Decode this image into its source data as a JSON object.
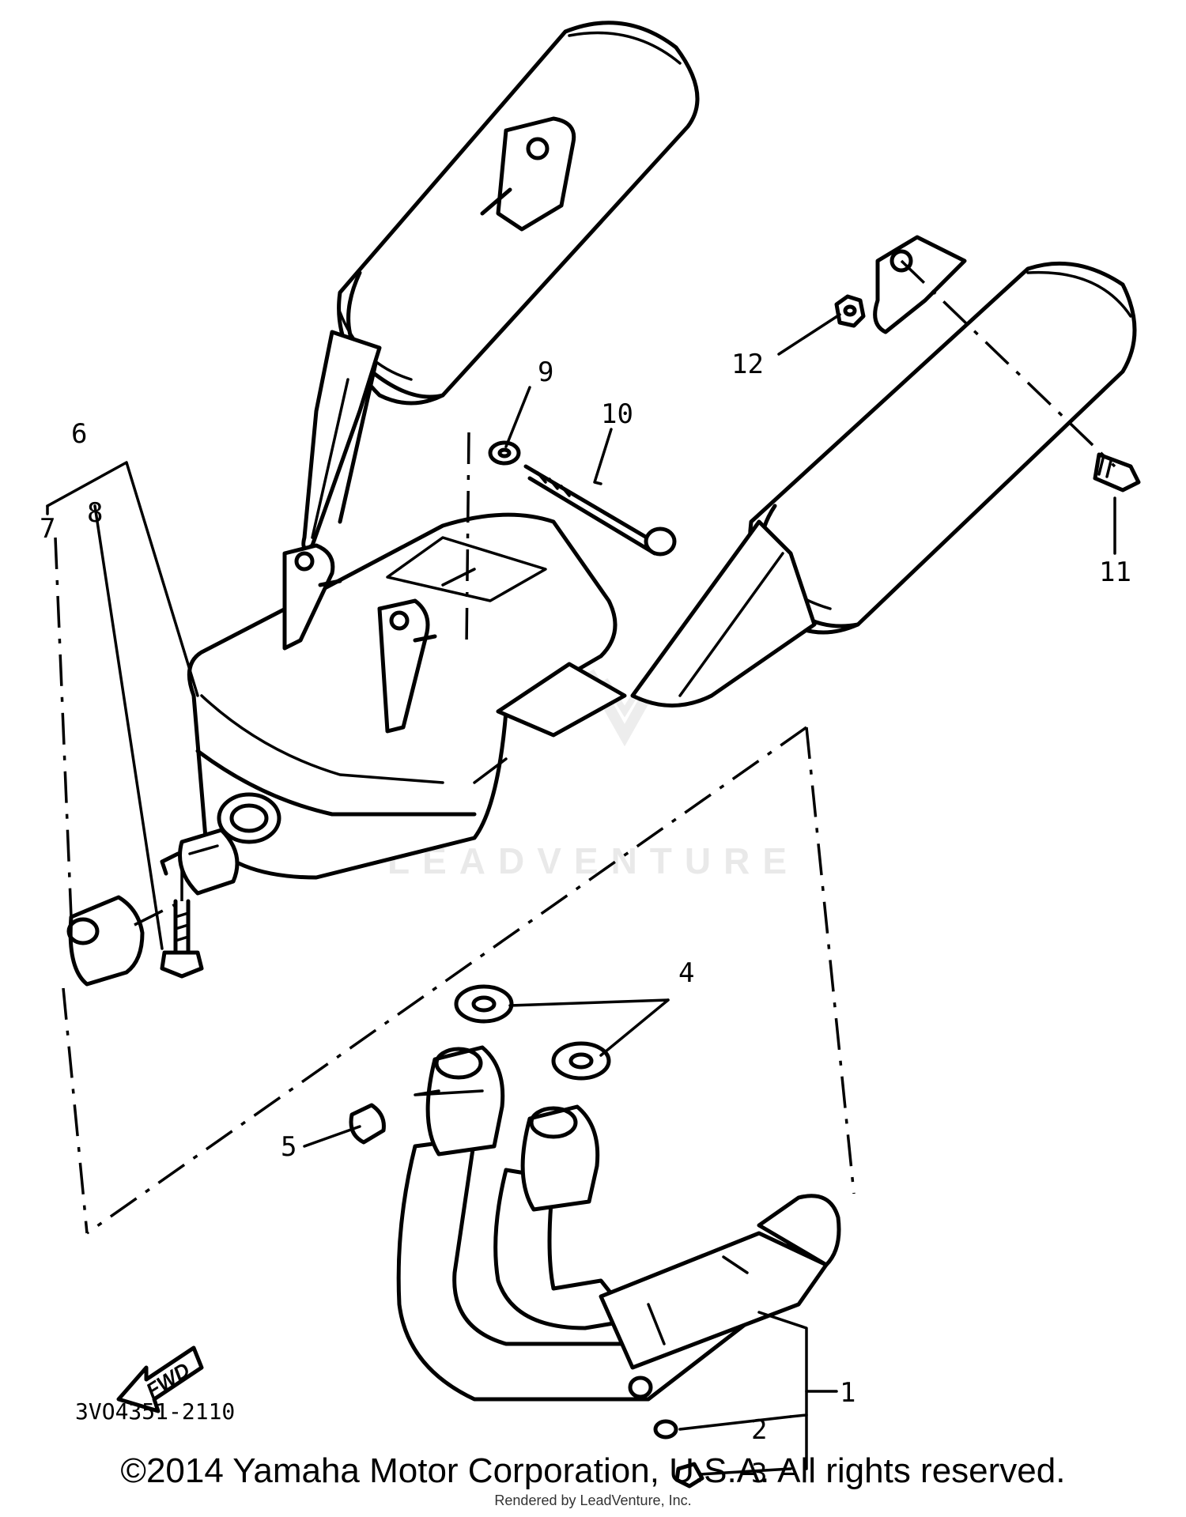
{
  "diagram": {
    "watermark": "LEADVENTURE",
    "diagram_code": "3VO4351-2110",
    "direction_label": "FWD",
    "callouts": [
      {
        "id": "1",
        "label": "1"
      },
      {
        "id": "2",
        "label": "2"
      },
      {
        "id": "3",
        "label": "3"
      },
      {
        "id": "4",
        "label": "4"
      },
      {
        "id": "5",
        "label": "5"
      },
      {
        "id": "6",
        "label": "6"
      },
      {
        "id": "7",
        "label": "7"
      },
      {
        "id": "8",
        "label": "8"
      },
      {
        "id": "9",
        "label": "9"
      },
      {
        "id": "10",
        "label": "10"
      },
      {
        "id": "11",
        "label": "11"
      },
      {
        "id": "12",
        "label": "12"
      }
    ]
  },
  "footer": {
    "copyright": "©2014 Yamaha Motor Corporation, U.S.A. All rights reserved.",
    "rendered_by": "Rendered by LeadVenture, Inc."
  }
}
